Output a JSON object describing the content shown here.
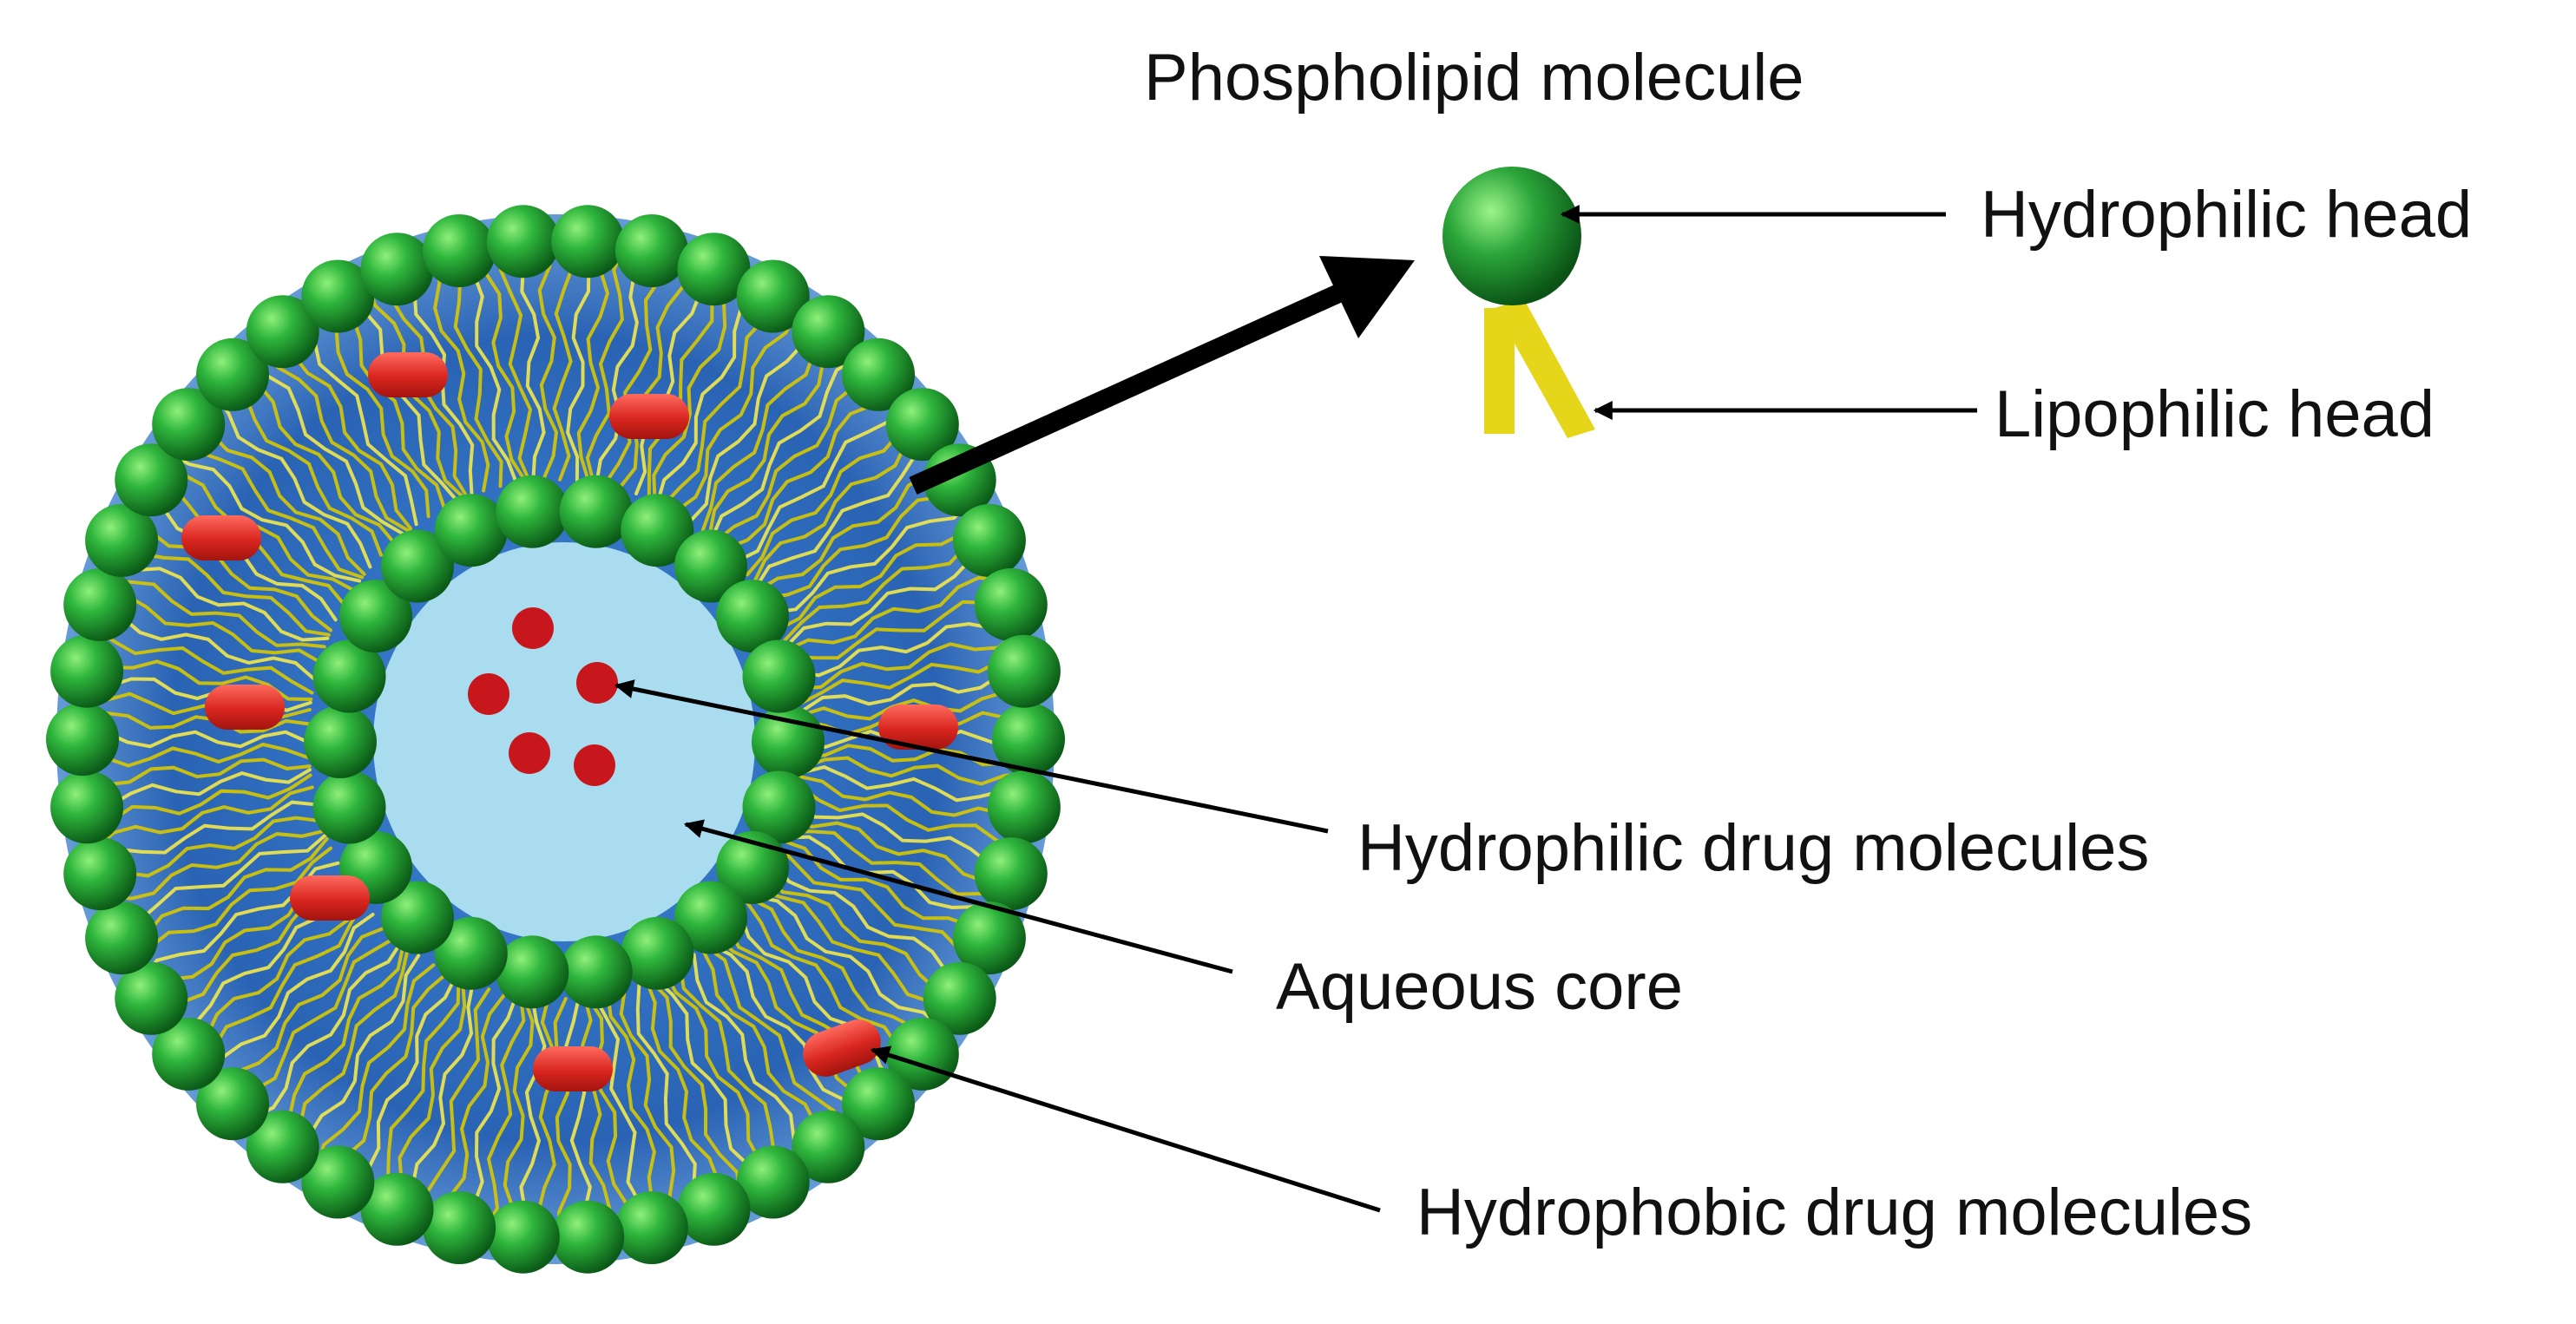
{
  "diagram": {
    "labels": {
      "phospholipid_molecule": "Phospholipid molecule",
      "hydrophilic_head": "Hydrophilic head",
      "lipophilic_head": "Lipophilic head",
      "hydrophilic_drug": "Hydrophilic drug molecules",
      "aqueous_core": "Aqueous core",
      "hydrophobic_drug": "Hydrophobic drug molecules"
    },
    "colors": {
      "head": "#22a33a",
      "tail": "#e3d400",
      "bilayer_blue": "#2a6fc0",
      "core": "#a8dcee",
      "drug": "#d92a2a",
      "arrow": "#000000"
    }
  }
}
